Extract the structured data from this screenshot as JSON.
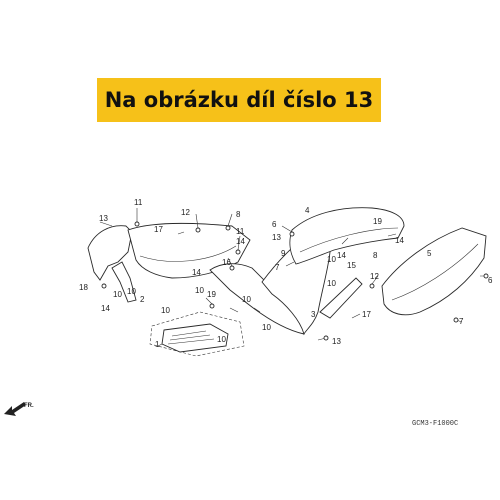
{
  "banner": {
    "text": "Na obrázku díl číslo 13",
    "color": "#f6c119"
  },
  "diagram_code": "GCM3-F1000C",
  "direction_label": "FR.",
  "callouts": [
    {
      "id": "c1",
      "label": "11"
    },
    {
      "id": "c2",
      "label": "13"
    },
    {
      "id": "c3",
      "label": "17"
    },
    {
      "id": "c4",
      "label": "12"
    },
    {
      "id": "c5",
      "label": "8"
    },
    {
      "id": "c6",
      "label": "11"
    },
    {
      "id": "c7",
      "label": "14"
    },
    {
      "id": "c8",
      "label": "10"
    },
    {
      "id": "c9",
      "label": "10"
    },
    {
      "id": "c10",
      "label": "2"
    },
    {
      "id": "c11",
      "label": "18"
    },
    {
      "id": "c12",
      "label": "14"
    },
    {
      "id": "c13",
      "label": "14"
    },
    {
      "id": "c14",
      "label": "16"
    },
    {
      "id": "c15",
      "label": "10"
    },
    {
      "id": "c16",
      "label": "19"
    },
    {
      "id": "c17",
      "label": "10"
    },
    {
      "id": "c18",
      "label": "10"
    },
    {
      "id": "c19",
      "label": "10"
    },
    {
      "id": "c20",
      "label": "1"
    },
    {
      "id": "c21",
      "label": "10"
    },
    {
      "id": "c22",
      "label": "6"
    },
    {
      "id": "c23",
      "label": "13"
    },
    {
      "id": "c24",
      "label": "4"
    },
    {
      "id": "c25",
      "label": "19"
    },
    {
      "id": "c26",
      "label": "14"
    },
    {
      "id": "c27",
      "label": "9"
    },
    {
      "id": "c28",
      "label": "7"
    },
    {
      "id": "c29",
      "label": "10"
    },
    {
      "id": "c30",
      "label": "10"
    },
    {
      "id": "c31",
      "label": "15"
    },
    {
      "id": "c32",
      "label": "14"
    },
    {
      "id": "c33",
      "label": "8"
    },
    {
      "id": "c34",
      "label": "12"
    },
    {
      "id": "c35",
      "label": "17"
    },
    {
      "id": "c36",
      "label": "3"
    },
    {
      "id": "c37",
      "label": "13"
    },
    {
      "id": "c38",
      "label": "5"
    },
    {
      "id": "c39",
      "label": "6"
    },
    {
      "id": "c40",
      "label": "7"
    }
  ]
}
